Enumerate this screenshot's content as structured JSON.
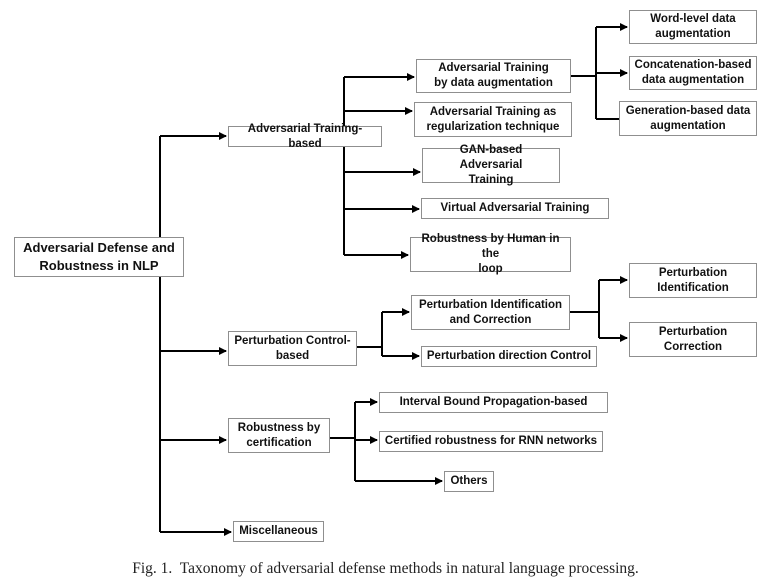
{
  "diagram": {
    "root": "Adversarial Defense and\nRobustness in NLP",
    "adv_training": "Adversarial Training-based",
    "adv_data_aug": "Adversarial Training\nby data augmentation",
    "adv_reg": "Adversarial Training as\nregularization technique",
    "gan": "GAN-based Adversarial\nTraining",
    "virtual": "Virtual Adversarial Training",
    "human_loop": "Robustness by Human in the\nloop",
    "word_level": "Word-level data\naugmentation",
    "concat": "Concatenation-based\ndata augmentation",
    "generation": "Generation-based data\naugmentation",
    "pert_control": "Perturbation Control-\nbased",
    "pert_id_corr": "Perturbation Identification\nand Correction",
    "pert_dir": "Perturbation direction Control",
    "pert_identification": "Perturbation\nIdentification",
    "pert_correction": "Perturbation\nCorrection",
    "certification": "Robustness by\ncertification",
    "ibp": "Interval Bound Propagation-based",
    "rnn": "Certified robustness for RNN networks",
    "others": "Others",
    "misc": "Miscellaneous"
  },
  "caption": {
    "label": "Fig. 1.",
    "text": "Taxonomy of adversarial defense methods in natural language processing."
  },
  "colors": {
    "line": "#000000",
    "border": "#8f8f8f",
    "text": "#111111"
  }
}
